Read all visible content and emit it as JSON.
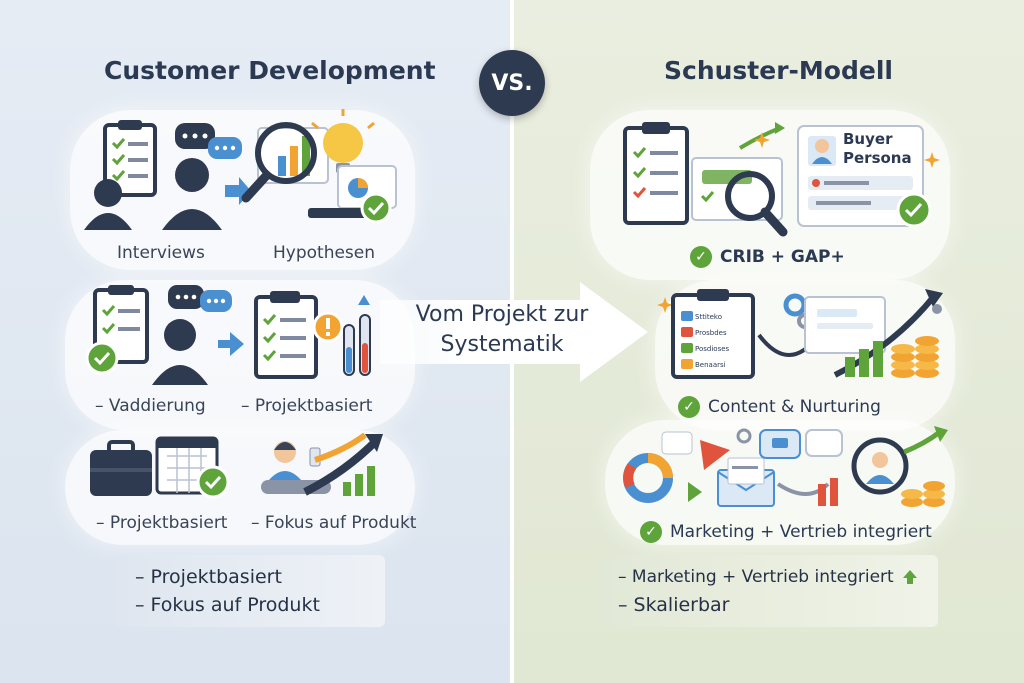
{
  "header": {
    "left_title": "Customer Development",
    "vs_label": "VS.",
    "right_title": "Schuster-Modell"
  },
  "banner": {
    "line1": "Vom Projekt zur",
    "line2": "Systematik"
  },
  "left": {
    "row1": {
      "label_a": "Interviews",
      "label_b": "Hypothesen"
    },
    "row2": {
      "label_a": "– Vaddierung",
      "label_b": "– Projektbasiert"
    },
    "row3": {
      "label_a": "– Projektbasiert",
      "label_b": "– Fokus auf Produkt"
    },
    "summary": [
      "– Projektbasiert",
      "– Fokus auf Produkt"
    ]
  },
  "right": {
    "row1": {
      "label": "CRIB + GAP+",
      "persona_line1": "Buyer",
      "persona_line2": "Persona"
    },
    "row2": {
      "label": "Content & Nurturing",
      "doc_items": [
        "Sttiteko",
        "Prosbdes",
        "Posdioses",
        "Benaarsi"
      ]
    },
    "row3": {
      "label": "Marketing + Vertrieb integriert"
    },
    "summary": [
      "– Marketing + Vertrieb integriert",
      "– Skalierbar"
    ]
  },
  "colors": {
    "check_green": "#5fa33b",
    "navy": "#2e3a4f",
    "accent_blue": "#4a8fd0",
    "accent_orange": "#f2a432",
    "accent_red": "#e0533d"
  }
}
